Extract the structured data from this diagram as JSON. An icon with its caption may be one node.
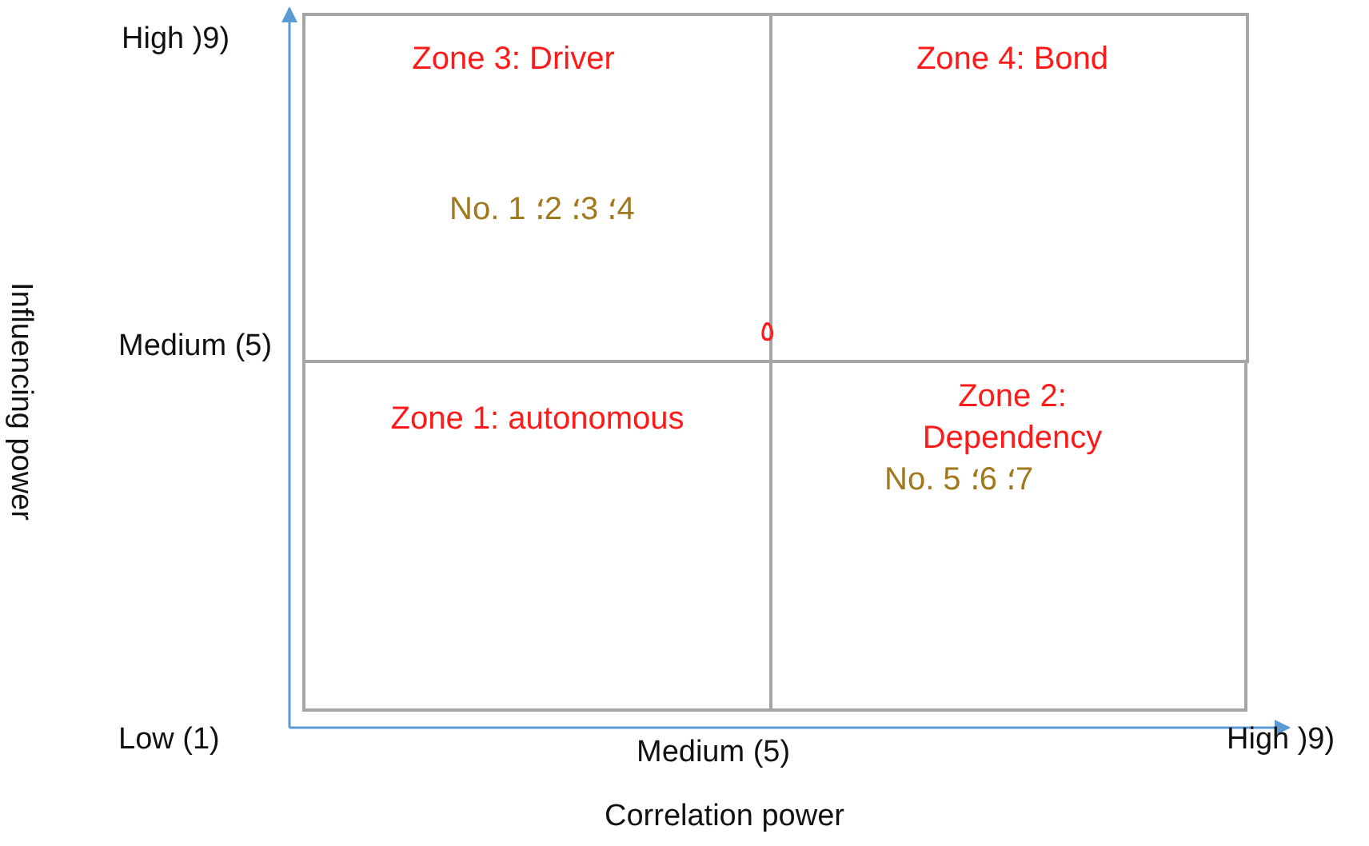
{
  "diagram": {
    "nodes": [
      {
        "text": [
          "Zone 3: Driver",
          "No. 1 ؛2 ؛3 ؛4"
        ]
      },
      {
        "text": [
          "Zone 4: Bond"
        ]
      },
      {
        "text": [
          "Zone 1: autonomous"
        ]
      },
      {
        "text": [
          "Zone 2: Dependency",
          "No. 5 ؛6 ؛7"
        ]
      }
    ],
    "edges": [],
    "labels": [
      "High )9)",
      "Medium (5)",
      "٥",
      "Low (1)",
      "Medium (5)",
      "High )9)",
      "Influencing power",
      "Correlation power"
    ]
  }
}
